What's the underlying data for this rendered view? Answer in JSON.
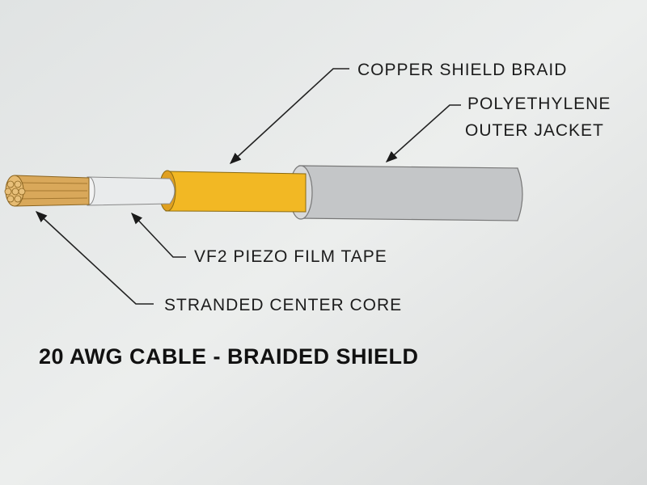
{
  "diagram": {
    "title": "20 AWG CABLE - BRAIDED SHIELD",
    "labels": {
      "braid": "COPPER SHIELD BRAID",
      "jacket_line1": "POLYETHYLENE",
      "jacket_line2": "OUTER  JACKET",
      "film": "VF2 PIEZO FILM TAPE",
      "core": "STRANDED CENTER CORE"
    },
    "colors": {
      "background": "#e4e6e5",
      "core": "#d9a85a",
      "film": "#e9ebec",
      "braid": "#f2b824",
      "jacket": "#c4c6c8"
    }
  }
}
